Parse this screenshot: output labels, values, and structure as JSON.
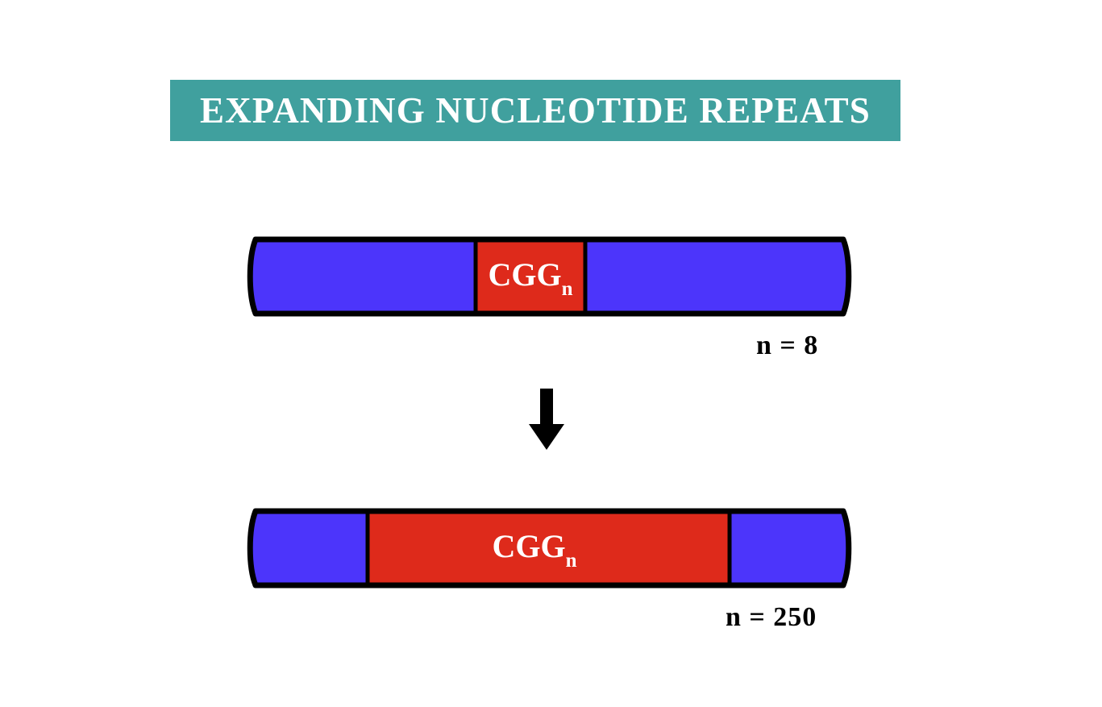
{
  "title": {
    "text": "EXPANDING NUCLEOTIDE REPEATS",
    "banner_color": "#40a09e",
    "text_color": "#ffffff"
  },
  "colors": {
    "flanking_blue": "#4c35fb",
    "repeat_red": "#de2a1b",
    "outline_black": "#000000",
    "background": "#ffffff"
  },
  "diagram": {
    "type": "nucleotide-repeat-expansion",
    "arrow_icon": "down-arrow-icon",
    "bars": [
      {
        "id": "normal-allele",
        "repeat_label_main": "CGG",
        "repeat_label_sub": "n",
        "count_label": "n = 8",
        "repeat_count": 8,
        "segments": [
          {
            "name": "flank-left",
            "color": "#4c35fb",
            "start_pct": 0,
            "end_pct": 37.9
          },
          {
            "name": "repeat-tract",
            "color": "#de2a1b",
            "start_pct": 37.9,
            "end_pct": 55.9
          },
          {
            "name": "flank-right",
            "color": "#4c35fb",
            "start_pct": 55.9,
            "end_pct": 100
          }
        ]
      },
      {
        "id": "expanded-allele",
        "repeat_label_main": "CGG",
        "repeat_label_sub": "n",
        "count_label": "n = 250",
        "repeat_count": 250,
        "segments": [
          {
            "name": "flank-left",
            "color": "#4c35fb",
            "start_pct": 0,
            "end_pct": 20.2
          },
          {
            "name": "repeat-tract",
            "color": "#de2a1b",
            "start_pct": 20.2,
            "end_pct": 79.5
          },
          {
            "name": "flank-right",
            "color": "#4c35fb",
            "start_pct": 79.5,
            "end_pct": 100
          }
        ]
      }
    ]
  }
}
